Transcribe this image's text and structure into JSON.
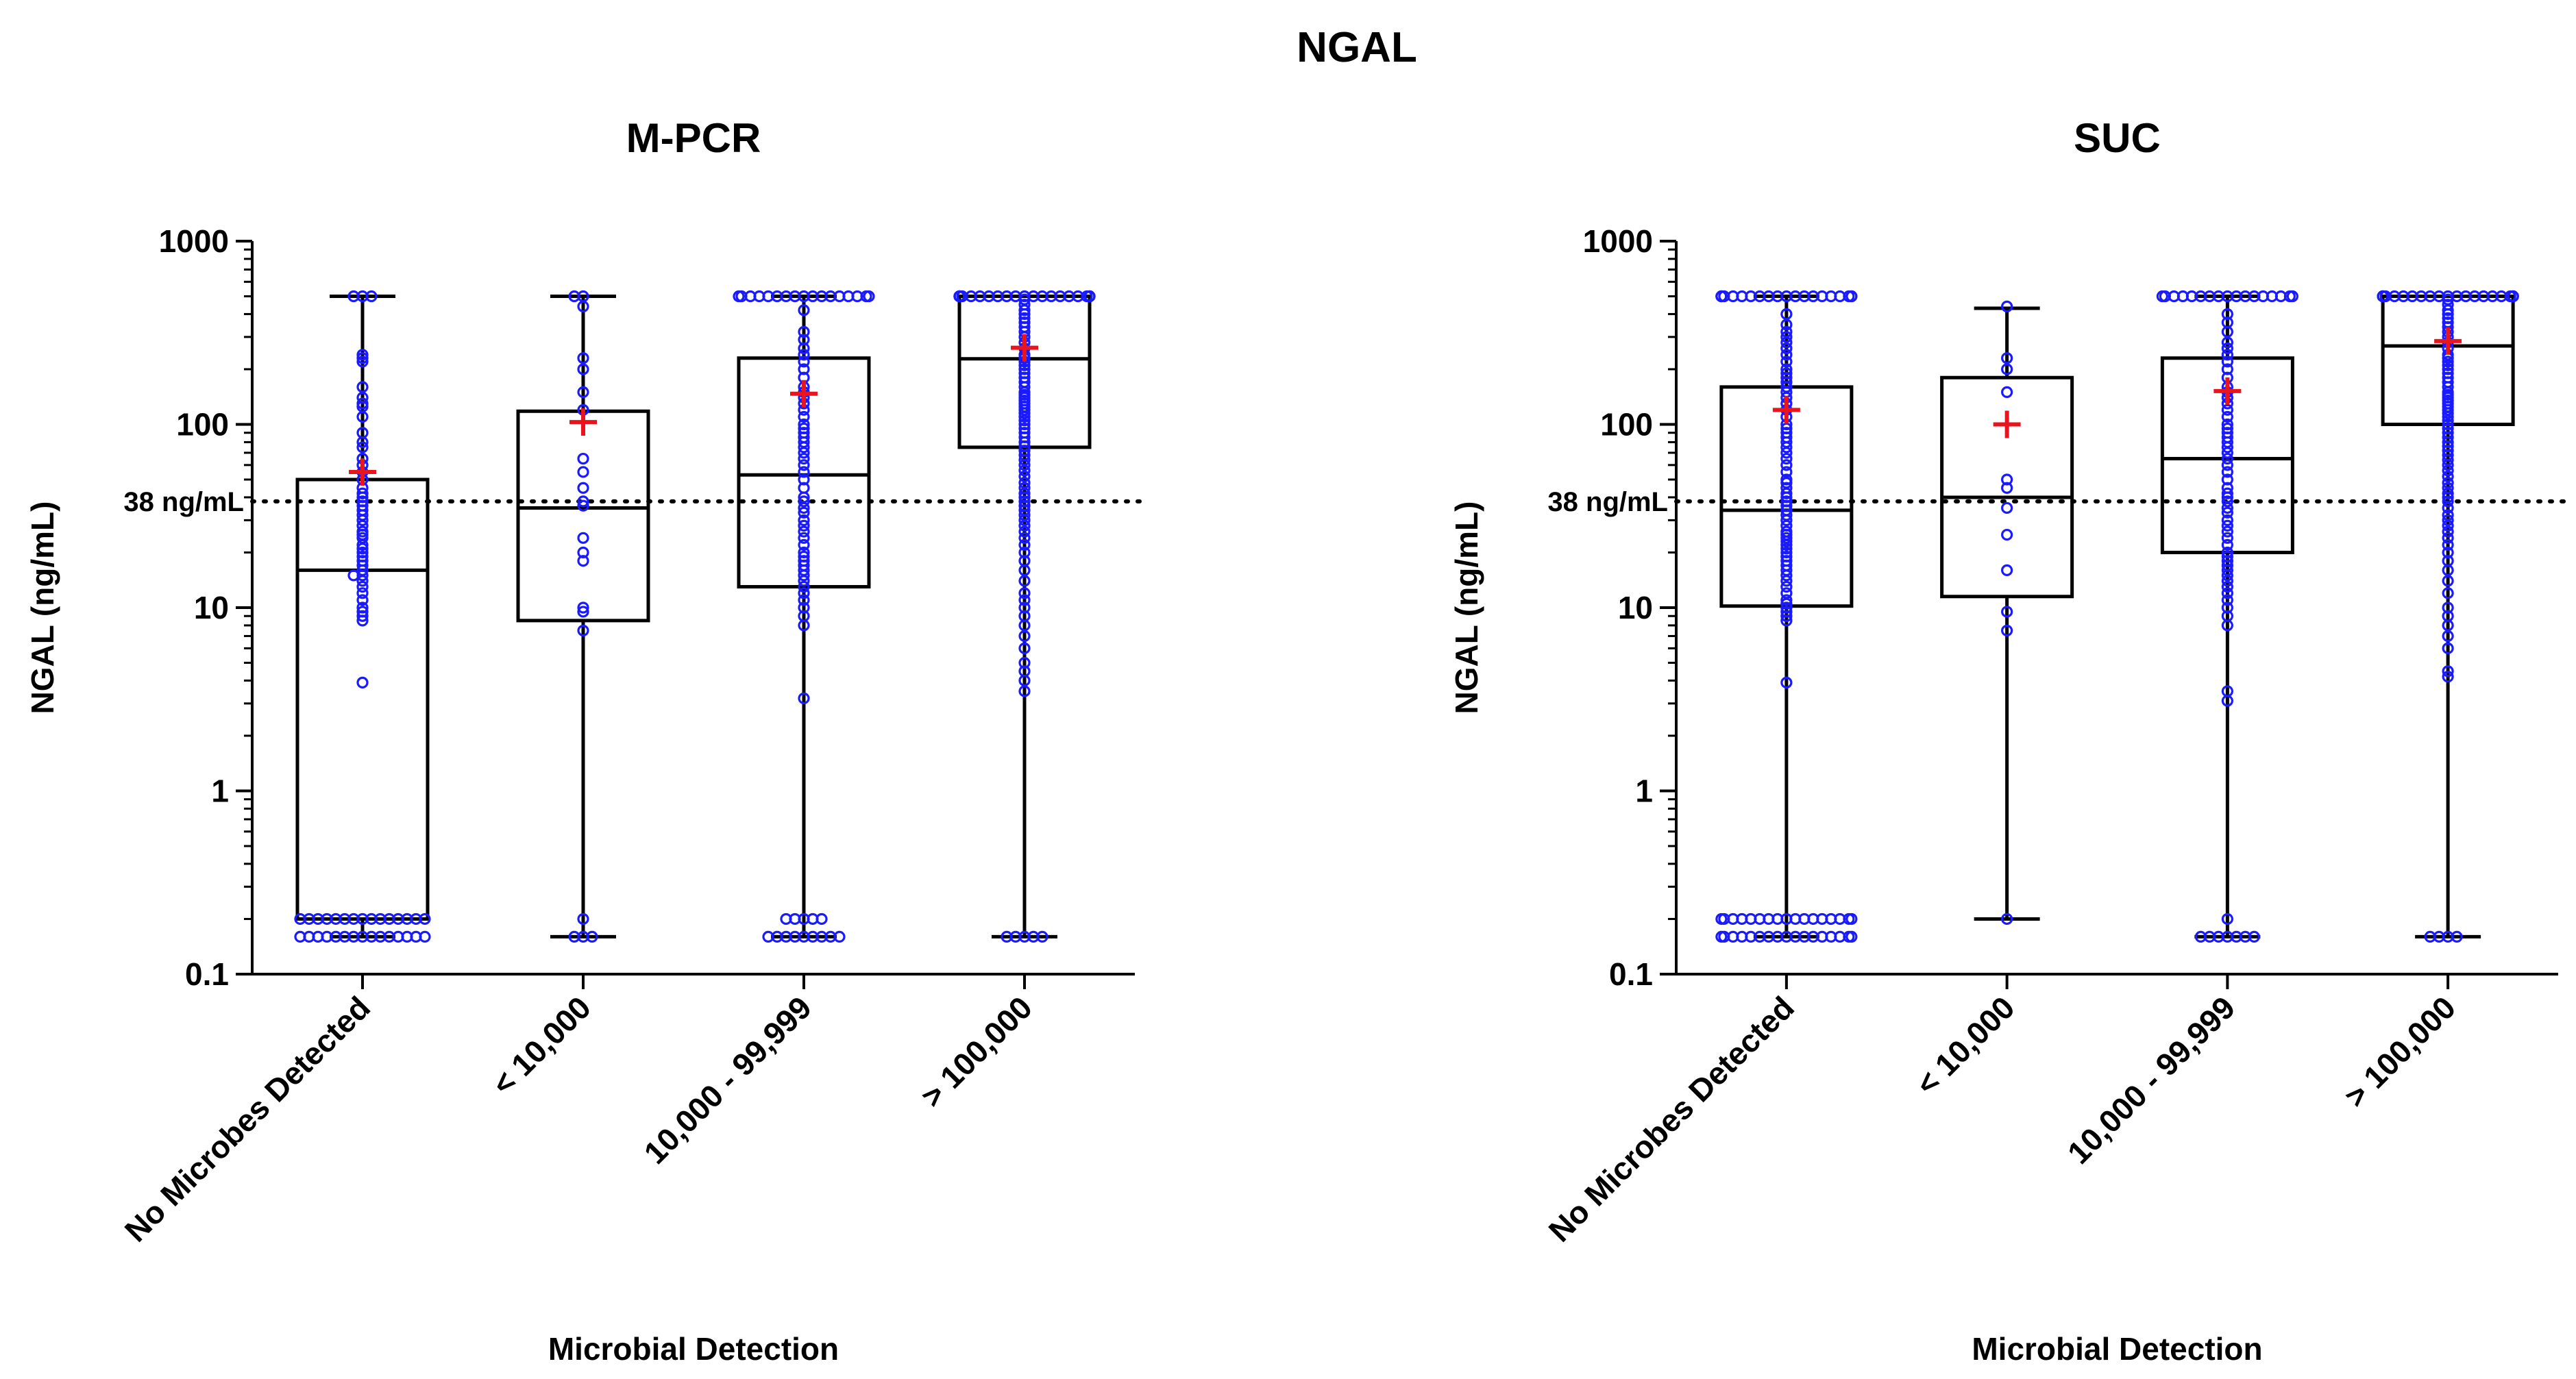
{
  "figure_title": "NGAL",
  "reference_line": {
    "value": 38,
    "label": "38 ng/mL"
  },
  "colors": {
    "points": "#1a1aff",
    "mean_marker": "#e8141e",
    "box": "#000000"
  },
  "chart_data": [
    {
      "type": "box",
      "title": "M-PCR",
      "xlabel": "Microbial Detection",
      "ylabel": "NGAL (ng/mL)",
      "yscale": "log",
      "ylim": [
        0.1,
        1000
      ],
      "yticks": [
        "0.1",
        "1",
        "10",
        "100",
        "1000"
      ],
      "categories": [
        "No Microbes Detected",
        "< 10,000",
        "10,000 - 99,999",
        "> 100,000"
      ],
      "boxes": [
        {
          "whisker_low": 0.16,
          "q1": 0.2,
          "median": 16,
          "q3": 50,
          "whisker_high": 500,
          "mean": 55
        },
        {
          "whisker_low": 0.16,
          "q1": 8.5,
          "median": 35,
          "q3": 118,
          "whisker_high": 500,
          "mean": 103
        },
        {
          "whisker_low": 0.16,
          "q1": 13,
          "median": 53,
          "q3": 230,
          "whisker_high": 500,
          "mean": 147
        },
        {
          "whisker_low": 0.16,
          "q1": 75,
          "median": 228,
          "q3": 500,
          "whisker_high": 500,
          "mean": 262
        }
      ],
      "points": [
        [
          500,
          500,
          500,
          240,
          230,
          220,
          160,
          140,
          130,
          125,
          110,
          90,
          80,
          75,
          65,
          60,
          55,
          50,
          45,
          42,
          40,
          38,
          36,
          34,
          32,
          30,
          28,
          26,
          25,
          24,
          22,
          21,
          20,
          19,
          18,
          17,
          16,
          15,
          15,
          14,
          13,
          12,
          11,
          10,
          9.5,
          9,
          8.5,
          3.9,
          0.2,
          0.2,
          0.2,
          0.2,
          0.2,
          0.2,
          0.2,
          0.2,
          0.2,
          0.2,
          0.2,
          0.2,
          0.2,
          0.2,
          0.2,
          0.16,
          0.16,
          0.16,
          0.16,
          0.16,
          0.16,
          0.16,
          0.16,
          0.16,
          0.16,
          0.16,
          0.16,
          0.16,
          0.16,
          0.16
        ],
        [
          500,
          500,
          440,
          230,
          200,
          150,
          120,
          65,
          55,
          45,
          38,
          36,
          24,
          20,
          18,
          10,
          9.5,
          7.5,
          0.2,
          0.16,
          0.16,
          0.16
        ],
        [
          500,
          500,
          500,
          500,
          500,
          500,
          500,
          500,
          500,
          500,
          500,
          500,
          500,
          500,
          500,
          500,
          500,
          420,
          320,
          290,
          260,
          240,
          220,
          200,
          180,
          160,
          150,
          140,
          130,
          120,
          110,
          100,
          95,
          90,
          85,
          80,
          75,
          70,
          65,
          60,
          55,
          50,
          45,
          40,
          38,
          35,
          33,
          30,
          28,
          26,
          24,
          22,
          20,
          19,
          18,
          17,
          16,
          15,
          14,
          13,
          12,
          11,
          10,
          9,
          8,
          3.2,
          0.2,
          0.2,
          0.2,
          0.2,
          0.2,
          0.16,
          0.16,
          0.16,
          0.16,
          0.16,
          0.16,
          0.16,
          0.16,
          0.16
        ],
        [
          500,
          500,
          500,
          500,
          500,
          500,
          500,
          500,
          500,
          500,
          500,
          500,
          500,
          500,
          500,
          500,
          500,
          500,
          500,
          500,
          500,
          500,
          500,
          500,
          480,
          450,
          420,
          400,
          380,
          360,
          340,
          320,
          300,
          280,
          260,
          240,
          230,
          220,
          210,
          200,
          190,
          180,
          170,
          160,
          150,
          145,
          140,
          135,
          130,
          125,
          120,
          115,
          110,
          105,
          100,
          95,
          90,
          85,
          80,
          76,
          72,
          68,
          64,
          60,
          56,
          52,
          48,
          45,
          42,
          40,
          38,
          36,
          34,
          32,
          30,
          28,
          26,
          24,
          22,
          20,
          18,
          16,
          14,
          12,
          11,
          10,
          9,
          8,
          7,
          6,
          5,
          4.5,
          4,
          3.5,
          0.16,
          0.16,
          0.16,
          0.16,
          0.16
        ]
      ]
    },
    {
      "type": "box",
      "title": "SUC",
      "xlabel": "Microbial Detection",
      "ylabel": "NGAL (ng/mL)",
      "yscale": "log",
      "ylim": [
        0.1,
        1000
      ],
      "yticks": [
        "0.1",
        "1",
        "10",
        "100",
        "1000"
      ],
      "categories": [
        "No Microbes Detected",
        "< 10,000",
        "10,000 - 99,999",
        "> 100,000"
      ],
      "boxes": [
        {
          "whisker_low": 0.16,
          "q1": 10.2,
          "median": 34,
          "q3": 160,
          "whisker_high": 500,
          "mean": 120
        },
        {
          "whisker_low": 0.2,
          "q1": 11.5,
          "median": 40,
          "q3": 180,
          "whisker_high": 430,
          "mean": 100
        },
        {
          "whisker_low": 0.16,
          "q1": 20,
          "median": 65,
          "q3": 230,
          "whisker_high": 500,
          "mean": 152
        },
        {
          "whisker_low": 0.16,
          "q1": 100,
          "median": 268,
          "q3": 500,
          "whisker_high": 500,
          "mean": 285
        }
      ],
      "points": [
        [
          500,
          500,
          500,
          500,
          500,
          500,
          500,
          500,
          500,
          500,
          500,
          500,
          500,
          500,
          500,
          500,
          500,
          500,
          500,
          500,
          400,
          350,
          320,
          300,
          280,
          260,
          240,
          220,
          200,
          190,
          180,
          170,
          160,
          150,
          140,
          130,
          120,
          110,
          100,
          95,
          90,
          85,
          80,
          75,
          70,
          65,
          60,
          55,
          50,
          48,
          45,
          42,
          40,
          38,
          36,
          34,
          32,
          30,
          28,
          26,
          25,
          24,
          23,
          22,
          21,
          20,
          19,
          18,
          17,
          16,
          15,
          14,
          13,
          12,
          11,
          10.5,
          10,
          9.5,
          9,
          8.5,
          3.9,
          0.2,
          0.2,
          0.2,
          0.2,
          0.2,
          0.2,
          0.2,
          0.2,
          0.2,
          0.2,
          0.2,
          0.2,
          0.2,
          0.2,
          0.2,
          0.2,
          0.2,
          0.16,
          0.16,
          0.16,
          0.16,
          0.16,
          0.16,
          0.16,
          0.16,
          0.16,
          0.16,
          0.16,
          0.16,
          0.16,
          0.16,
          0.16,
          0.16,
          0.16
        ],
        [
          440,
          230,
          200,
          150,
          50,
          45,
          35,
          25,
          16,
          9.5,
          7.5,
          0.2
        ],
        [
          500,
          500,
          500,
          500,
          500,
          500,
          500,
          500,
          500,
          500,
          500,
          500,
          500,
          500,
          500,
          500,
          500,
          400,
          360,
          320,
          280,
          260,
          240,
          220,
          200,
          180,
          160,
          150,
          140,
          130,
          120,
          110,
          100,
          95,
          90,
          85,
          80,
          75,
          70,
          65,
          60,
          55,
          50,
          45,
          42,
          40,
          38,
          35,
          33,
          30,
          28,
          26,
          24,
          22,
          20,
          19,
          18,
          17,
          16,
          15,
          14,
          13,
          12,
          11,
          10,
          9,
          8,
          3.5,
          3.1,
          0.2,
          0.16,
          0.16,
          0.16,
          0.16,
          0.16,
          0.16,
          0.16
        ],
        [
          500,
          500,
          500,
          500,
          500,
          500,
          500,
          500,
          500,
          500,
          500,
          500,
          500,
          500,
          500,
          500,
          500,
          500,
          500,
          500,
          500,
          500,
          500,
          500,
          480,
          450,
          420,
          400,
          380,
          360,
          340,
          320,
          300,
          280,
          260,
          240,
          230,
          220,
          210,
          200,
          190,
          180,
          170,
          160,
          150,
          145,
          140,
          135,
          130,
          125,
          120,
          115,
          110,
          105,
          100,
          95,
          90,
          85,
          80,
          76,
          72,
          68,
          64,
          60,
          56,
          52,
          48,
          45,
          42,
          40,
          38,
          35,
          32,
          30,
          28,
          26,
          24,
          22,
          20,
          18,
          16,
          14,
          12,
          10,
          9,
          8,
          7,
          6,
          4.5,
          4.2,
          0.16,
          0.16,
          0.16,
          0.16
        ]
      ]
    }
  ]
}
